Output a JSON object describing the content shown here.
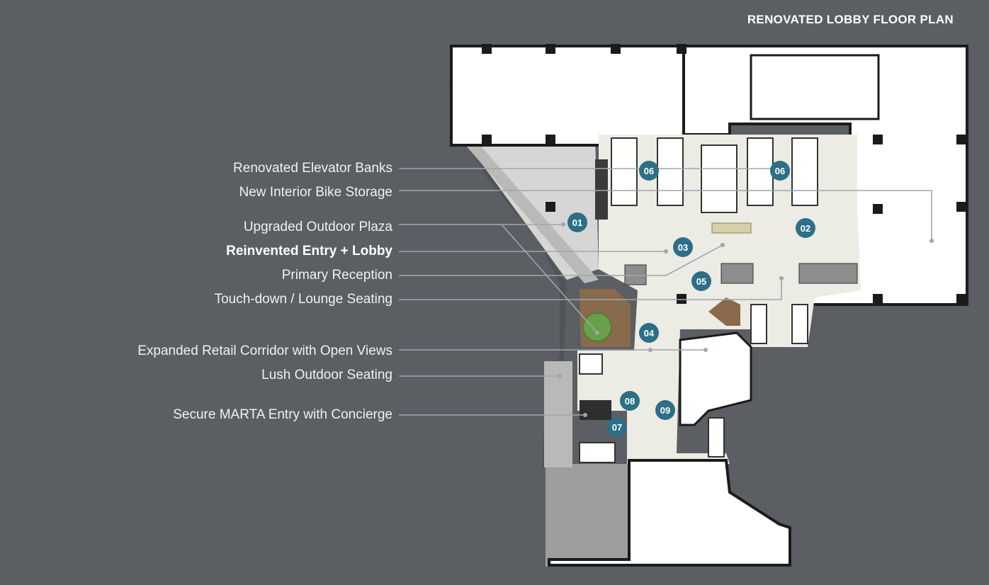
{
  "title": "RENOVATED LOBBY FLOOR PLAN",
  "colors": {
    "background": "#5b5e62",
    "badge": "#2c6f86",
    "leader_line": "#9fa6ad",
    "wall": "#1b1b1b",
    "floor_interior": "#ffffff",
    "floor_lobby": "#ecebe4",
    "outdoor_paving": "#cfcfcf",
    "wood": "#8a6a4c",
    "planter": "#6aa049"
  },
  "legend": [
    {
      "label": "Renovated Elevator Banks",
      "bold": false
    },
    {
      "label": "New Interior Bike Storage",
      "bold": false
    },
    {
      "label": "Upgraded Outdoor Plaza",
      "bold": false
    },
    {
      "label": "Reinvented Entry + Lobby",
      "bold": true
    },
    {
      "label": "Primary Reception",
      "bold": false
    },
    {
      "label": "Touch-down / Lounge Seating",
      "bold": false
    },
    {
      "label": "Expanded Retail Corridor with Open Views",
      "bold": false
    },
    {
      "label": "Lush Outdoor Seating",
      "bold": false
    },
    {
      "label": "Secure MARTA Entry with Concierge",
      "bold": false
    }
  ],
  "badges": [
    "01",
    "02",
    "03",
    "04",
    "05",
    "06",
    "06",
    "07",
    "08",
    "09"
  ]
}
